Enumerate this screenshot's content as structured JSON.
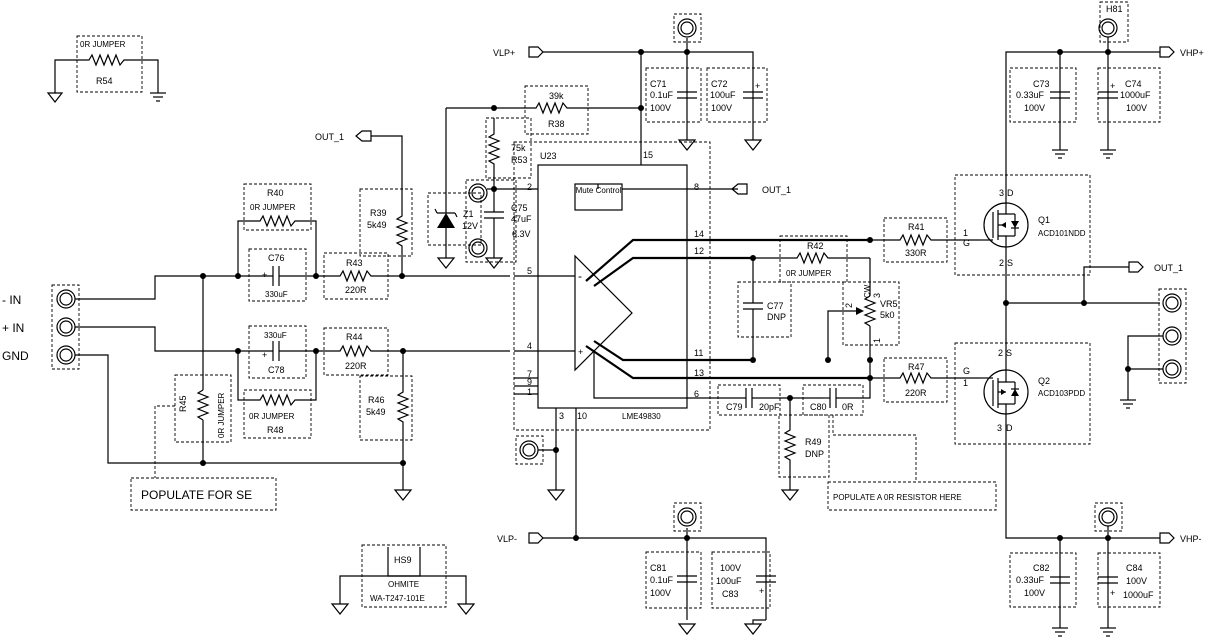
{
  "title": "",
  "nets": {
    "vlp_plus": "VLP+",
    "vlp_minus": "VLP-",
    "vhp_plus": "VHP+",
    "vhp_minus": "VHP-",
    "out1_a": "OUT_1",
    "out1_b": "OUT_1",
    "out1_c": "OUT_1"
  },
  "inputs": {
    "minus_in": "- IN",
    "plus_in": "+ IN",
    "gnd": "GND"
  },
  "components": {
    "r54": {
      "ref": "R54",
      "value": "0R JUMPER"
    },
    "r40": {
      "ref": "R40",
      "value": "0R JUMPER"
    },
    "r39": {
      "ref": "R39",
      "value": "5k49"
    },
    "r43": {
      "ref": "R43",
      "value": "220R"
    },
    "c76": {
      "ref": "C76",
      "value": "330uF"
    },
    "c78": {
      "ref": "C78",
      "value": "330uF"
    },
    "r44": {
      "ref": "R44",
      "value": "220R"
    },
    "r45": {
      "ref": "R45",
      "value": "0R JUMPER"
    },
    "r48": {
      "ref": "R48",
      "value": "0R JUMPER"
    },
    "r46": {
      "ref": "R46",
      "value": "5k49"
    },
    "r38": {
      "ref": "R38",
      "value": "39k"
    },
    "r53": {
      "ref": "R53",
      "value": "75k"
    },
    "z1": {
      "ref": "Z1",
      "value": "12V"
    },
    "c75": {
      "ref": "C75",
      "value": "47uF",
      "voltage": "6.3V"
    },
    "u23": {
      "ref": "U23",
      "part": "LME49830",
      "mute": "Mute Control"
    },
    "c71": {
      "ref": "C71",
      "value": "0.1uF",
      "voltage": "100V"
    },
    "c72": {
      "ref": "C72",
      "value": "100uF",
      "voltage": "100V"
    },
    "c73": {
      "ref": "C73",
      "value": "0.33uF",
      "voltage": "100V"
    },
    "c74": {
      "ref": "C74",
      "value": "1000uF",
      "voltage": "100V"
    },
    "h81": {
      "ref": "H81"
    },
    "r41": {
      "ref": "R41",
      "value": "330R"
    },
    "q1": {
      "ref": "Q1",
      "part": "ACD101NDD",
      "g": "G",
      "d": "D",
      "s": "S",
      "pg": "1",
      "pd": "3",
      "ps": "2"
    },
    "r42": {
      "ref": "R42",
      "value": "0R JUMPER"
    },
    "c77": {
      "ref": "C77",
      "value": "DNP"
    },
    "vr5": {
      "ref": "VR5",
      "value": "5k0",
      "cw": "CW"
    },
    "r47": {
      "ref": "R47",
      "value": "220R"
    },
    "q2": {
      "ref": "Q2",
      "part": "ACD103PDD",
      "g": "G",
      "d": "D",
      "s": "S",
      "pg": "1",
      "pd": "3",
      "ps": "2"
    },
    "c79": {
      "ref": "C79",
      "value": "20pF"
    },
    "c80": {
      "ref": "C80",
      "value": "0R"
    },
    "r49": {
      "ref": "R49",
      "value": "DNP"
    },
    "c81": {
      "ref": "C81",
      "value": "0.1uF",
      "voltage": "100V"
    },
    "c83": {
      "ref": "C83",
      "value": "100uF",
      "voltage": "100V"
    },
    "c82": {
      "ref": "C82",
      "value": "0.33uF",
      "voltage": "100V"
    },
    "c84": {
      "ref": "C84",
      "value": "1000uF",
      "voltage": "100V"
    },
    "hs9": {
      "ref": "HS9",
      "make": "OHMITE",
      "part": "WA-T247-101E"
    }
  },
  "pins": {
    "p2": "2",
    "p5": "5",
    "p4": "4",
    "p7": "7",
    "p9": "9",
    "p1": "1",
    "p3": "3",
    "p10": "10",
    "p15": "15",
    "p8": "8",
    "p14": "14",
    "p12": "12",
    "p11": "11",
    "p13": "13",
    "p6": "6",
    "vr1": "1",
    "vr2": "2",
    "vr3": "3",
    "op_minus": "-",
    "op_plus": "+",
    "cap_plus": "+"
  },
  "notes": {
    "se": "POPULATE FOR SE",
    "or_resistor": "POPULATE A 0R RESISTOR HERE"
  }
}
